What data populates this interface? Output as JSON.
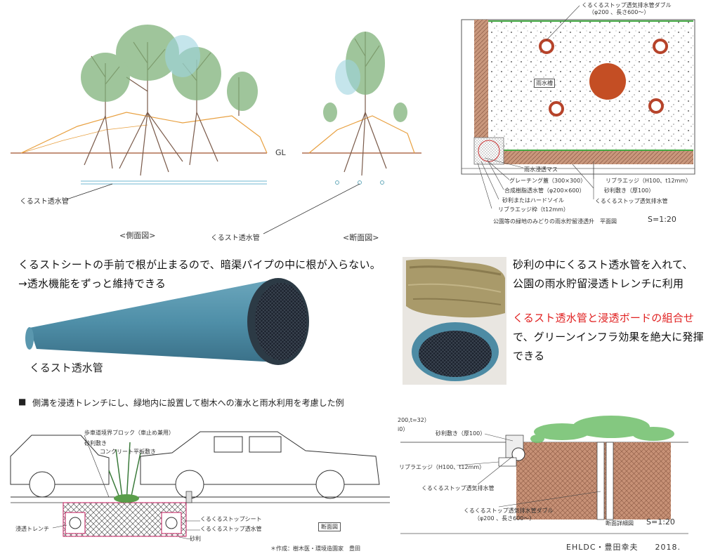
{
  "top_left": {
    "gl_label": "GL",
    "pipe_label_side": "くるスト透水管",
    "pipe_label_section": "くるスト透水管",
    "caption_side": "<側面図>",
    "caption_section": "<断面図>"
  },
  "top_right": {
    "title_note_1": "くるくるストップ透気排水管ダブル",
    "title_note_2": "（φ200 、長さ600～）",
    "center_tag": "雨水槽",
    "callouts": [
      "雨水浸透マス",
      "グレーチング蓋（300×300）",
      "合成樹脂透水管（φ200×600）",
      "砂利またはハードソイル",
      "リブラエッジ枠（t12mm）",
      "リブラエッジ（H100、t12mm）",
      "砂利敷き（厚100）",
      "くるくるストップ透気排水管"
    ],
    "footer": "公園等の緑地のみどりの雨水貯留浸透升　平面図",
    "scale": "S=1:20"
  },
  "middle_left": {
    "line1": "くるストシートの手前で根が止まるので、暗渠パイプの中に根が入らない。",
    "line2": "→透水機能をずっと維持できる",
    "pipe_caption": "くるスト透水管"
  },
  "middle_right": {
    "line1": "砂利の中にくるスト透水管を入れて、",
    "line2": "公園の雨水貯留浸透トレンチに利用",
    "line3_red": "くるスト透水管と浸透ボードの組合せ",
    "line4": "で、グリーンインフラ効果を絶大に発揮",
    "line5": "できる"
  },
  "bottom_left": {
    "heading_marker": "■",
    "heading": "側溝を浸透トレンチにし、緑地内に設置して樹木への潅水と雨水利用を考慮した例",
    "labels": [
      "歩車道境界ブロック（車止め兼用）",
      "砂利敷き",
      "コンクリート平板敷き",
      "くるくるストップシート",
      "くるくるストップ透水管",
      "砂利",
      "浸透トレンチ",
      "断面図"
    ],
    "credit": "＊作成：樹木医・環境造園家　豊田"
  },
  "bottom_right": {
    "cut_text_1": "200,t=32）",
    "cut_text_2": "i0）",
    "labels": [
      "砂利敷き（厚100）",
      "リブラエッジ（H100、t12mm）",
      "くるくるストップ透気排水管",
      "くるくるストップ透気排水管ダブル",
      "（φ200 、長さ600～）"
    ],
    "footer": "断面詳細図",
    "scale": "S=1:20",
    "signature": "EHLDC・豊田幸夫　　2018."
  },
  "colors": {
    "pipe_blue": "#4f8fa8",
    "brick": "#b9846a",
    "tree_green": "#7fb27a",
    "red_text": "#e02020"
  }
}
